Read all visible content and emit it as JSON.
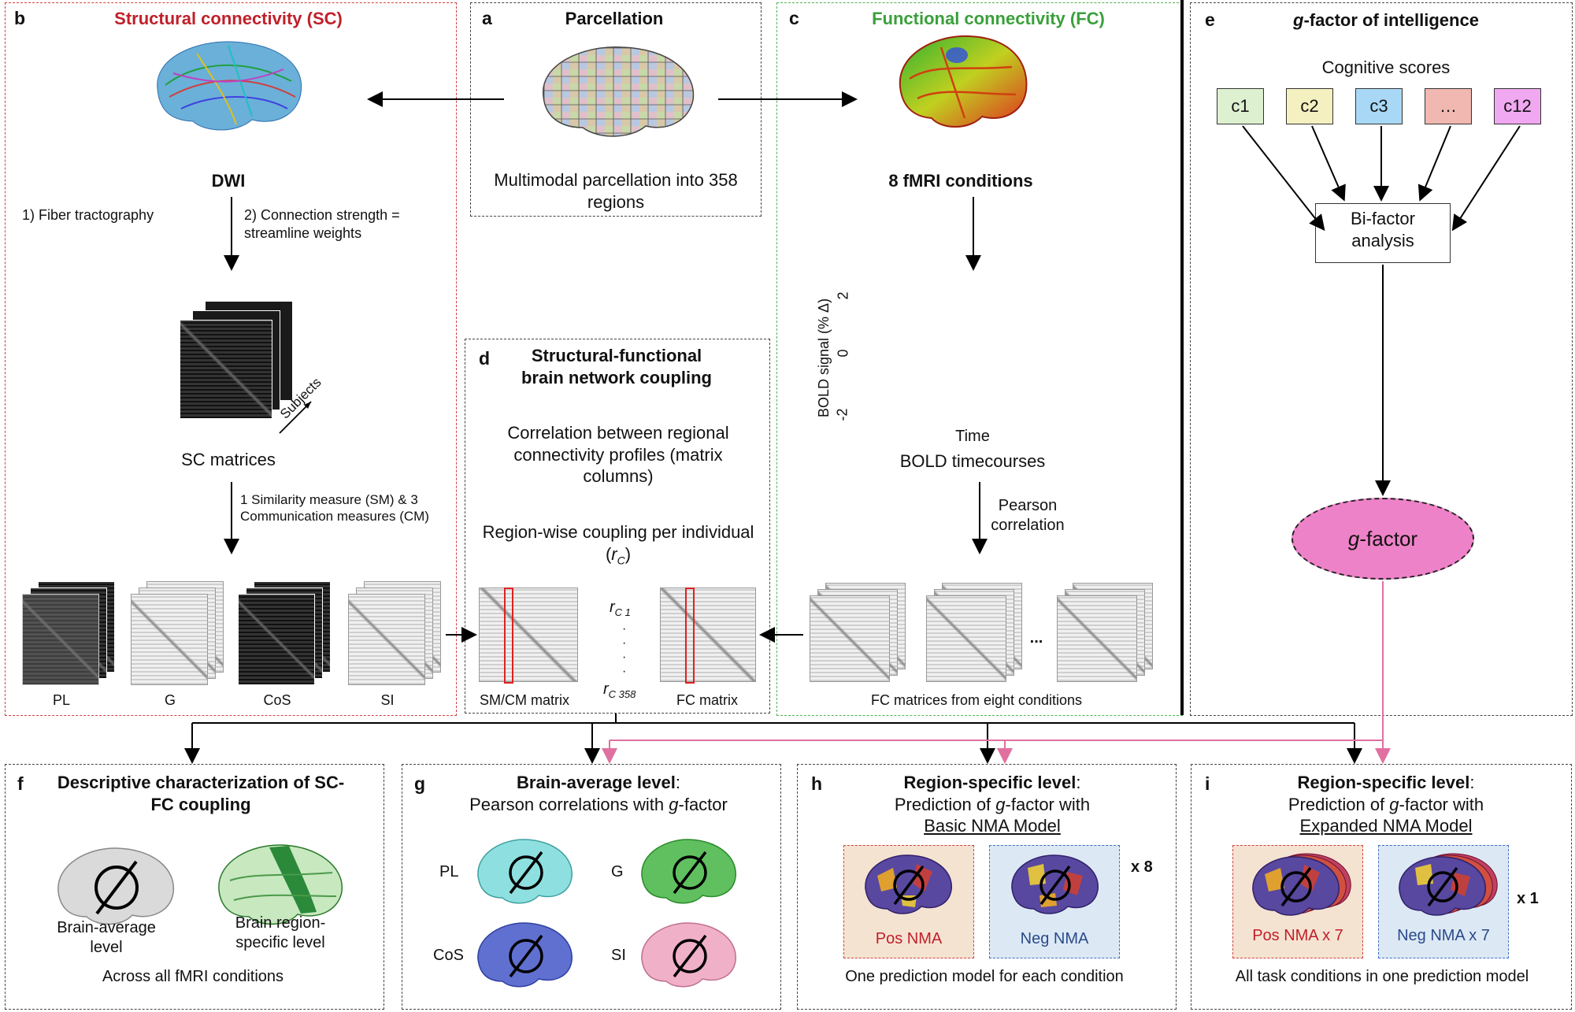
{
  "panels": {
    "a": {
      "letter": "a",
      "title": "Parcellation",
      "desc": "Multimodal parcellation into 358 regions"
    },
    "b": {
      "letter": "b",
      "title": "Structural connectivity (SC)",
      "dwi": "DWI",
      "step1": "1) Fiber tractography",
      "step2": "2) Connection strength = streamline weights",
      "sc_label": "SC matrices",
      "subjects": "Subjects",
      "measures": "1 Similarity measure (SM) & 3 Communication measures (CM)",
      "matrices": [
        "PL",
        "G",
        "CoS",
        "SI"
      ]
    },
    "c": {
      "letter": "c",
      "title": "Functional connectivity (FC)",
      "conditions": "8 fMRI conditions",
      "ylabel": "BOLD signal (% Δ)",
      "xlabel": "Time",
      "yticks": [
        "2",
        "0",
        "-2"
      ],
      "timecourses": "BOLD timecourses",
      "pearson": "Pearson correlation",
      "ellipsis": "...",
      "fc_caption": "FC matrices from eight conditions"
    },
    "d": {
      "letter": "d",
      "title": "Structural-functional brain network coupling",
      "corr": "Correlation between regional connectivity profiles (matrix columns)",
      "regionwise": "Region-wise coupling per individual (",
      "rc": "r",
      "rc_sub": "C",
      "close": ")",
      "rc1": "r",
      "rc1_sub": "C 1",
      "rc358": "r",
      "rc358_sub": "C 358",
      "dots": "·",
      "sm_label": "SM/CM matrix",
      "fc_label": "FC matrix"
    },
    "e": {
      "letter": "e",
      "title_italic": "g",
      "title_rest": "-factor of intelligence",
      "cog": "Cognitive scores",
      "boxes": [
        "c1",
        "c2",
        "c3",
        "…",
        "c12"
      ],
      "bifactor": "Bi-factor analysis",
      "gfactor_italic": "g",
      "gfactor_rest": "-factor"
    },
    "f": {
      "letter": "f",
      "title": "Descriptive characterization of SC-FC coupling",
      "brain1": "Brain-average level",
      "brain2": "Brain region-specific level",
      "footer": "Across all fMRI conditions"
    },
    "g": {
      "letter": "g",
      "title": "Brain-average level",
      "colon": ":",
      "sub_pre": "Pearson correlations with ",
      "sub_g": "g",
      "sub_post": "-factor",
      "labels": [
        "PL",
        "G",
        "CoS",
        "SI"
      ]
    },
    "h": {
      "letter": "h",
      "title": "Region-specific level",
      "colon": ":",
      "sub_pre": "Prediction of ",
      "sub_g": "g",
      "sub_post": "-factor with",
      "model": "Basic NMA Model",
      "pos": "Pos NMA",
      "neg": "Neg NMA",
      "mult": "x 8",
      "footer": "One prediction model for each condition"
    },
    "i": {
      "letter": "i",
      "title": "Region-specific level",
      "colon": ":",
      "sub_pre": "Prediction of ",
      "sub_g": "g",
      "sub_post": "-factor with",
      "model": "Expanded NMA Model",
      "pos": "Pos NMA x 7",
      "neg": "Neg NMA x 7",
      "mult": "x 1",
      "footer": "All task conditions in one prediction model"
    }
  },
  "colors": {
    "sc": "#c0202a",
    "fc": "#3aa03a",
    "pink": "#e070a0",
    "teal": "#2a8a80",
    "gfactor": "#ee82c8",
    "c1": "#ddf0d0",
    "c2": "#f5f0c0",
    "c3": "#a8d8f5",
    "c4": "#f0b8b0",
    "c5": "#f0a8f0"
  }
}
